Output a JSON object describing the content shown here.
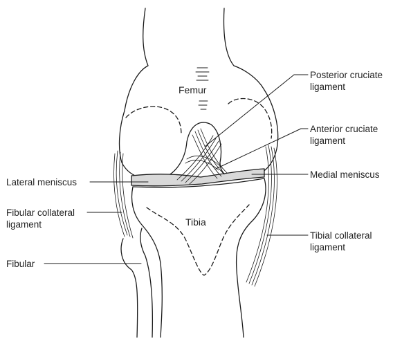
{
  "labels": {
    "femur": "Femur",
    "tibia": "Tibia",
    "posterior_cruciate": [
      "Posterior cruciate",
      "ligament"
    ],
    "anterior_cruciate": [
      "Anterior cruciate",
      "ligament"
    ],
    "medial_meniscus": "Medial meniscus",
    "lateral_meniscus": "Lateral meniscus",
    "fibular_collateral": [
      "Fibular collateral",
      "ligament"
    ],
    "tibial_collateral": [
      "Tibial collateral",
      "ligament"
    ],
    "fibular": "Fibular"
  },
  "colors": {
    "line": "#1a1a1a",
    "meniscus_fill": "#d9d9d9",
    "text": "#222222"
  }
}
